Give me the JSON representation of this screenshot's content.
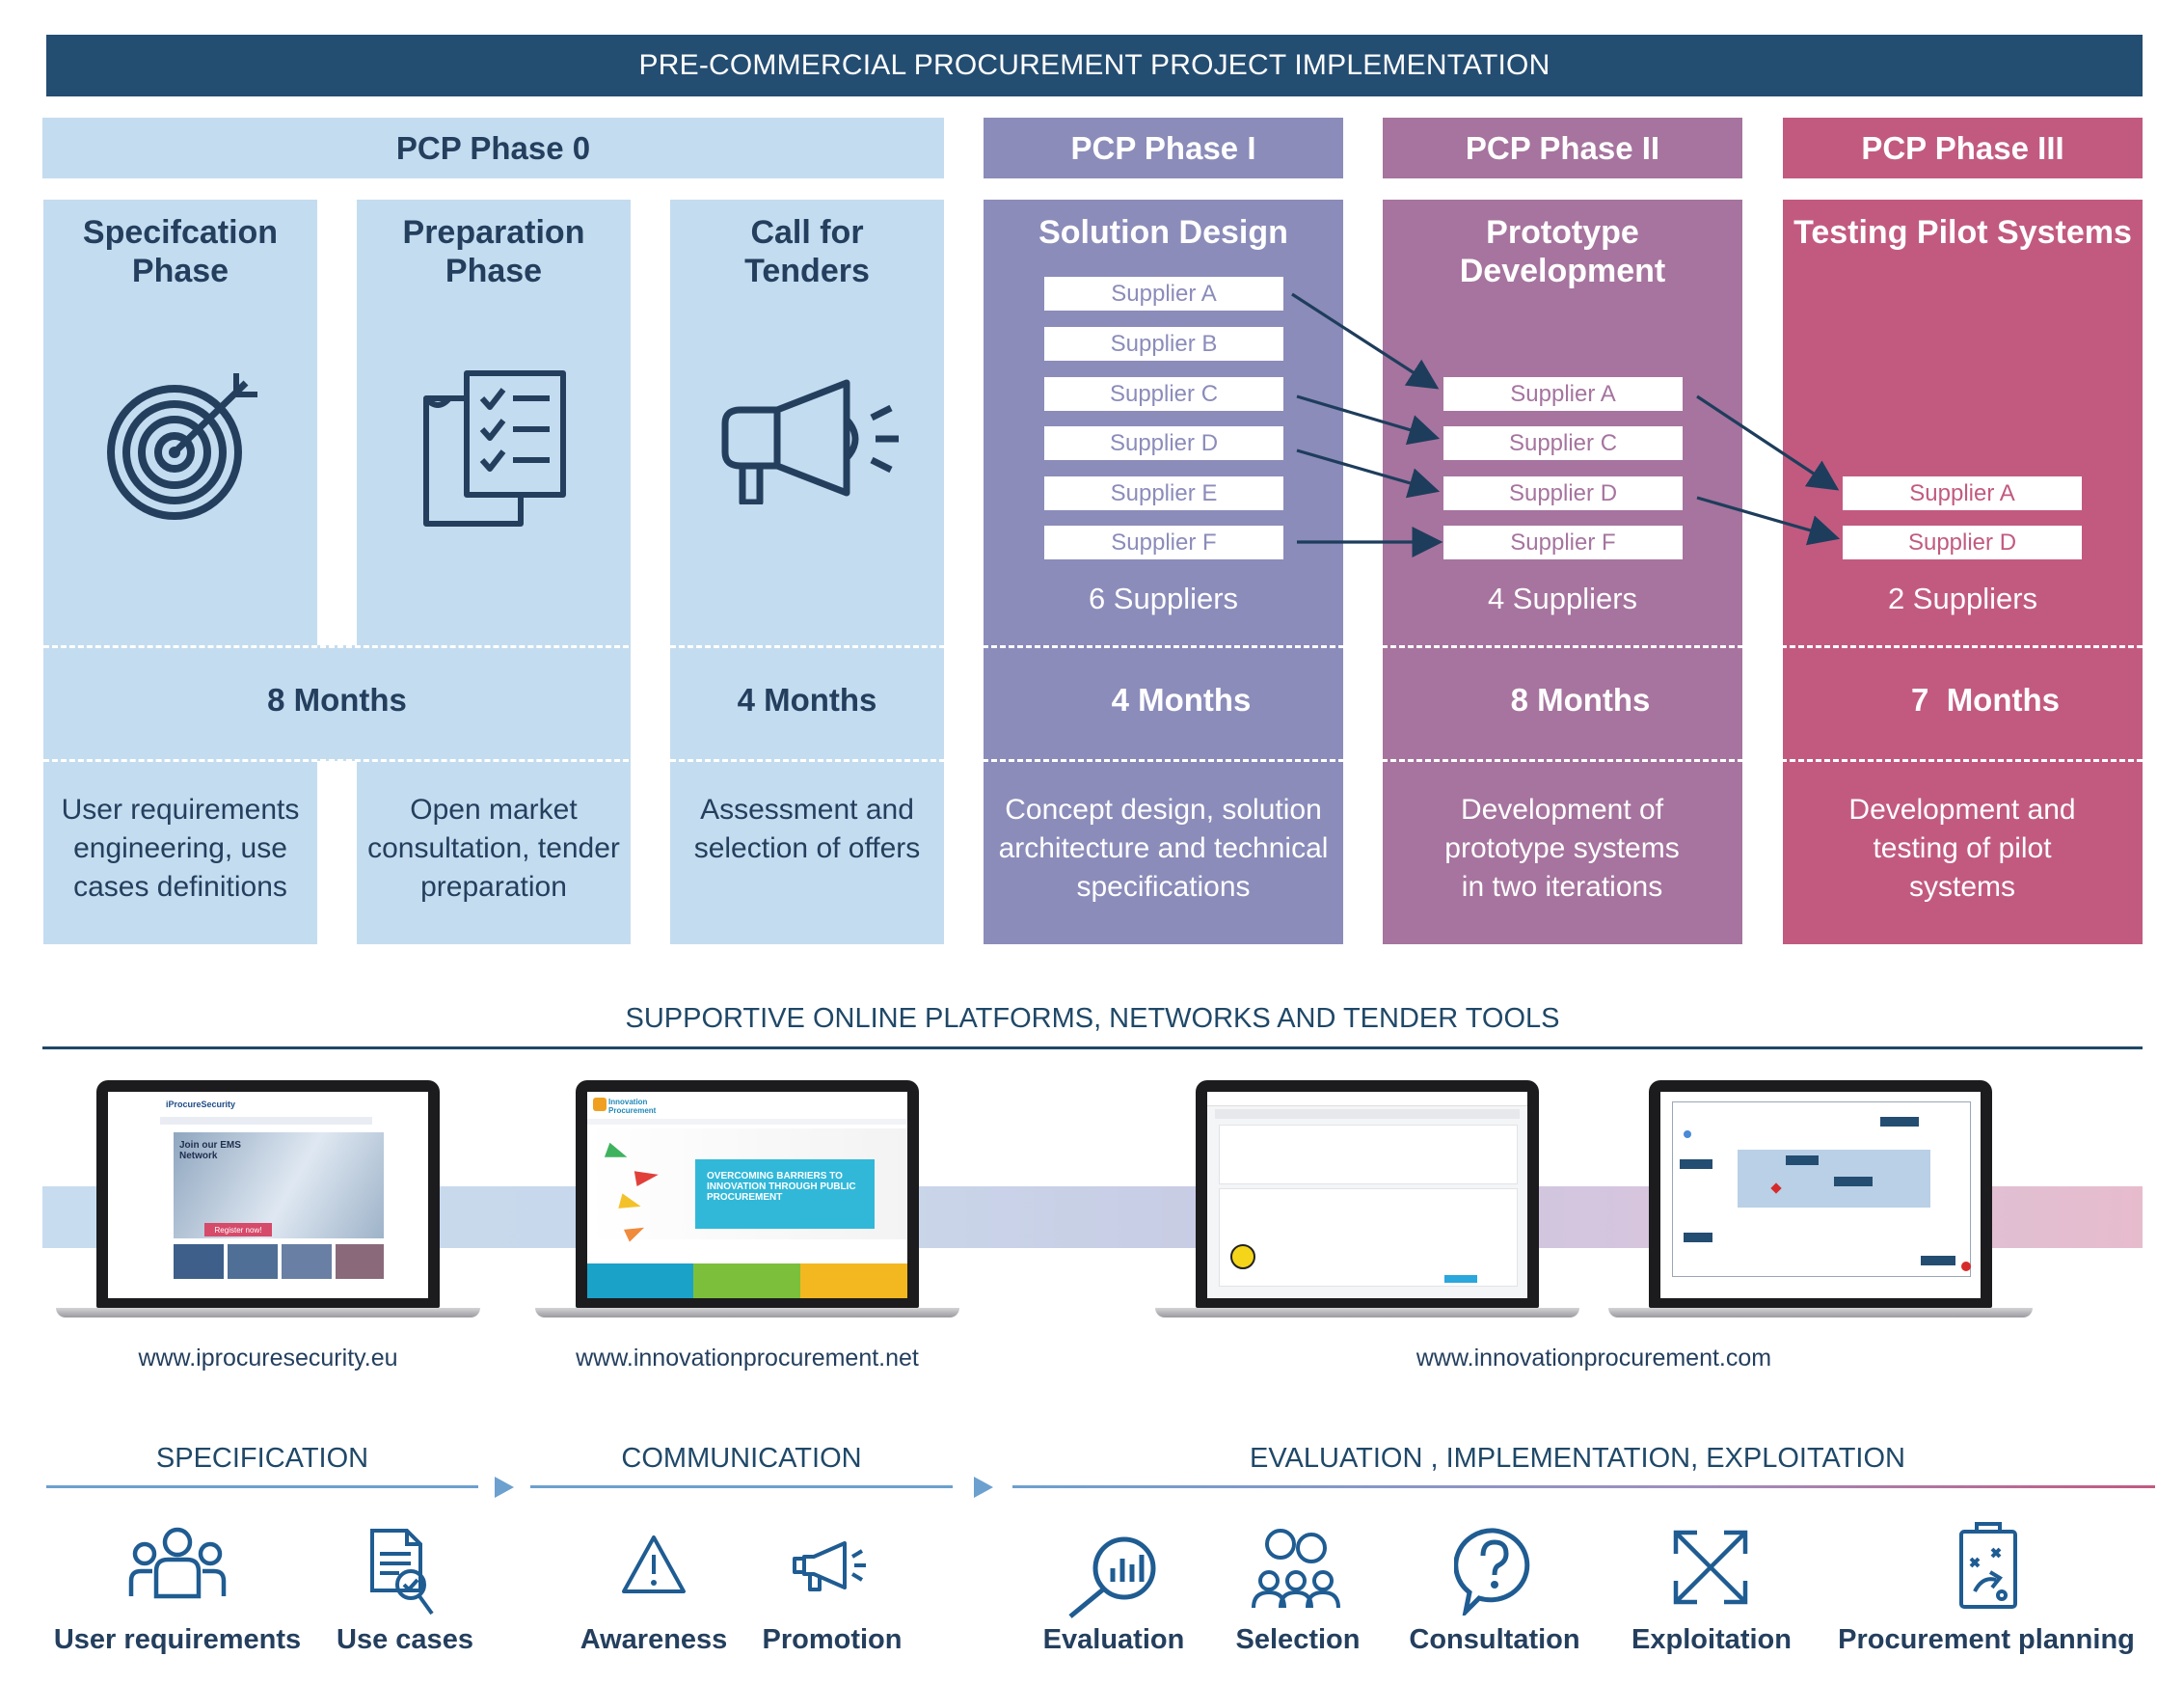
{
  "header": {
    "title": "PRE-COMMERCIAL PROCUREMENT PROJECT IMPLEMENTATION"
  },
  "phases": [
    {
      "label": "PCP Phase 0",
      "color": "#c4dcef"
    },
    {
      "label": "PCP Phase I",
      "color": "#8b8cba"
    },
    {
      "label": "PCP Phase II",
      "color": "#a6749e"
    },
    {
      "label": "PCP Phase III",
      "color": "#c25a80"
    }
  ],
  "columns": [
    {
      "title": "Specifcation Phase",
      "icon": "target-icon",
      "description": "User requirements engineering, use cases definitions"
    },
    {
      "title": "Preparation Phase",
      "icon": "checklist-icon",
      "description": "Open market consultation, tender preparation"
    },
    {
      "title": "Call for Tenders",
      "icon": "megaphone-icon",
      "months": "4 Months",
      "description": "Assessment and selection of offers"
    },
    {
      "title": "Solution Design",
      "months": "4 Months",
      "suppliers_count": "6 Suppliers",
      "description": "Concept design, solution architecture and technical specifications",
      "suppliers": [
        "Supplier A",
        "Supplier B",
        "Supplier C",
        "Supplier D",
        "Supplier E",
        "Supplier F"
      ]
    },
    {
      "title": "Prototype Development",
      "months": "8 Months",
      "suppliers_count": "4 Suppliers",
      "description": "Development of prototype systems in two iterations",
      "suppliers": [
        "Supplier A",
        "Supplier C",
        "Supplier D",
        "Supplier F"
      ]
    },
    {
      "title": "Testing Pilot Systems",
      "months": "7  Months",
      "suppliers_count": "2 Suppliers",
      "description": "Development and testing of pilot systems",
      "suppliers": [
        "Supplier A",
        "Supplier D"
      ]
    }
  ],
  "phase0_months": "8 Months",
  "platforms": {
    "title": "SUPPORTIVE ONLINE PLATFORMS, NETWORKS AND TENDER TOOLS",
    "urls": [
      "www.iprocuresecurity.eu",
      "www.innovationprocurement.net",
      "www.innovationprocurement.com"
    ],
    "screens": {
      "s1_banner": "Join our EMS Network",
      "s1_button": "Register now!",
      "s2_logo": "Innovation Procurement",
      "s2_headline": "OVERCOMING BARRIERS TO INNOVATION THROUGH PUBLIC PROCUREMENT"
    }
  },
  "stages": [
    {
      "label": "SPECIFICATION"
    },
    {
      "label": "COMMUNICATION"
    },
    {
      "label": "EVALUATION , IMPLEMENTATION, EXPLOITATION"
    }
  ],
  "tools": [
    {
      "label": "User requirements",
      "icon": "users-group-icon"
    },
    {
      "label": "Use cases",
      "icon": "document-check-icon"
    },
    {
      "label": "Awareness",
      "icon": "warning-icon"
    },
    {
      "label": "Promotion",
      "icon": "megaphone-icon"
    },
    {
      "label": "Evaluation",
      "icon": "magnifier-chart-icon"
    },
    {
      "label": "Selection",
      "icon": "people-selection-icon"
    },
    {
      "label": "Consultation",
      "icon": "question-bubble-icon"
    },
    {
      "label": "Exploitation",
      "icon": "expand-arrows-icon"
    },
    {
      "label": "Procurement planning",
      "icon": "clipboard-plan-icon"
    }
  ]
}
